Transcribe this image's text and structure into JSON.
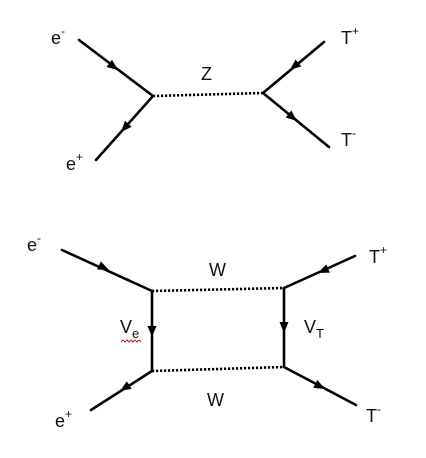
{
  "colors": {
    "line": "#000000",
    "text": "#111111",
    "spellcheck_underline": "#cc2222"
  },
  "diagram_top": {
    "incoming_electron": {
      "base": "e",
      "sup": "-"
    },
    "incoming_positron": {
      "base": "e",
      "sup": "+"
    },
    "propagator": "Z",
    "outgoing_tau_plus": {
      "base": "T",
      "sup": "+"
    },
    "outgoing_tau_minus": {
      "base": "T",
      "sup": "-"
    }
  },
  "diagram_bottom": {
    "incoming_electron": {
      "base": "e",
      "sup": "-"
    },
    "incoming_positron": {
      "base": "e",
      "sup": "+"
    },
    "w_top": "W",
    "w_bottom": "W",
    "neutrino_left": {
      "base": "V",
      "sub": "e"
    },
    "neutrino_right": {
      "base": "V",
      "sub": "T"
    },
    "outgoing_tau_plus": {
      "base": "T",
      "sup": "+"
    },
    "outgoing_tau_minus": {
      "base": "T",
      "sup": "-"
    }
  }
}
